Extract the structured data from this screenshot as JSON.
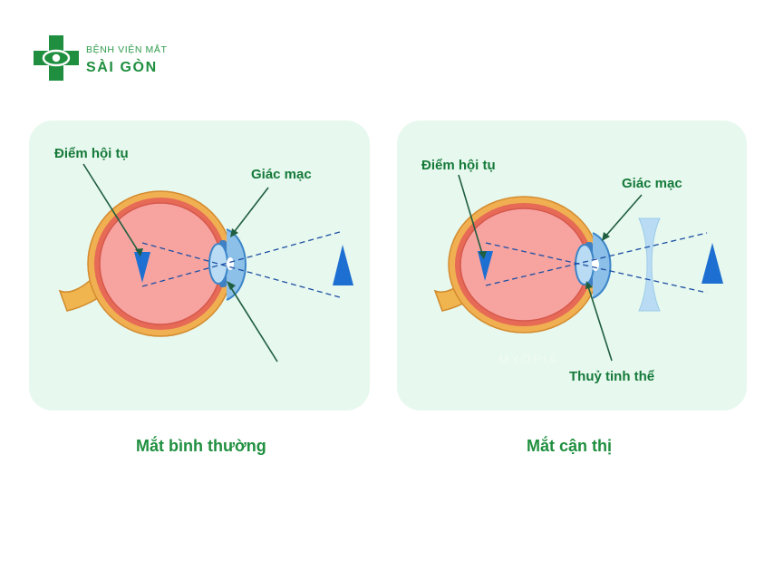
{
  "logo": {
    "line1": "BỆNH VIỆN MẮT",
    "line2": "SÀI GÒN"
  },
  "colors": {
    "brand_green": "#1f8f3f",
    "label_green": "#157a3a",
    "panel_bg": "#e7f8ee",
    "object_blue": "#1d6fd1",
    "sclera_orange": "#e9a446",
    "retina_red": "#e0584f",
    "lens_blue": "#8fc4e6"
  },
  "left_diagram": {
    "focus_label": "Điểm hội tụ",
    "cornea_label": "Giác mạc",
    "caption": "Mắt bình thường"
  },
  "right_diagram": {
    "focus_label": "Điểm hội tụ",
    "cornea_label": "Giác mạc",
    "lens_label": "Thuỷ tinh thể",
    "watermark": "MYOPIA",
    "caption": "Mắt cận thị"
  }
}
